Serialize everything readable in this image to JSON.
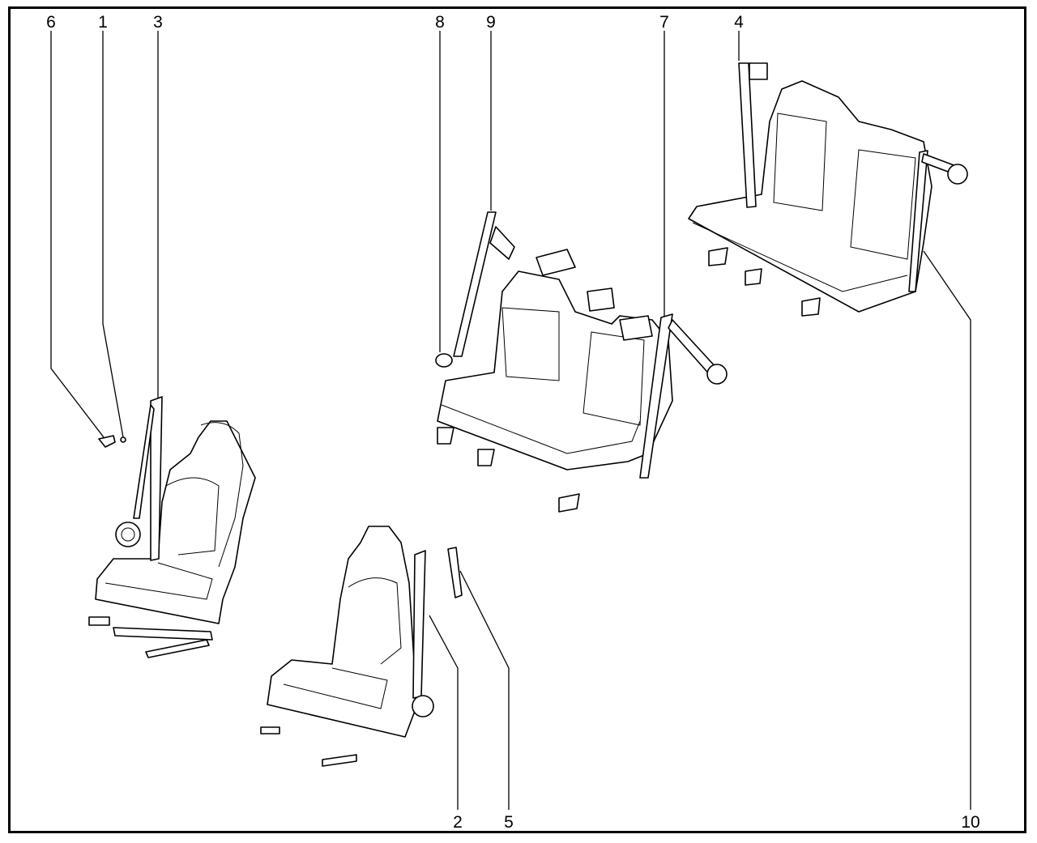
{
  "diagram": {
    "title": "Seat belt components",
    "callouts": [
      {
        "id": "6",
        "label": "6"
      },
      {
        "id": "1",
        "label": "1"
      },
      {
        "id": "3",
        "label": "3"
      },
      {
        "id": "8",
        "label": "8"
      },
      {
        "id": "9",
        "label": "9"
      },
      {
        "id": "7",
        "label": "7"
      },
      {
        "id": "4",
        "label": "4"
      },
      {
        "id": "2",
        "label": "2"
      },
      {
        "id": "5",
        "label": "5"
      },
      {
        "id": "10",
        "label": "10"
      }
    ]
  }
}
